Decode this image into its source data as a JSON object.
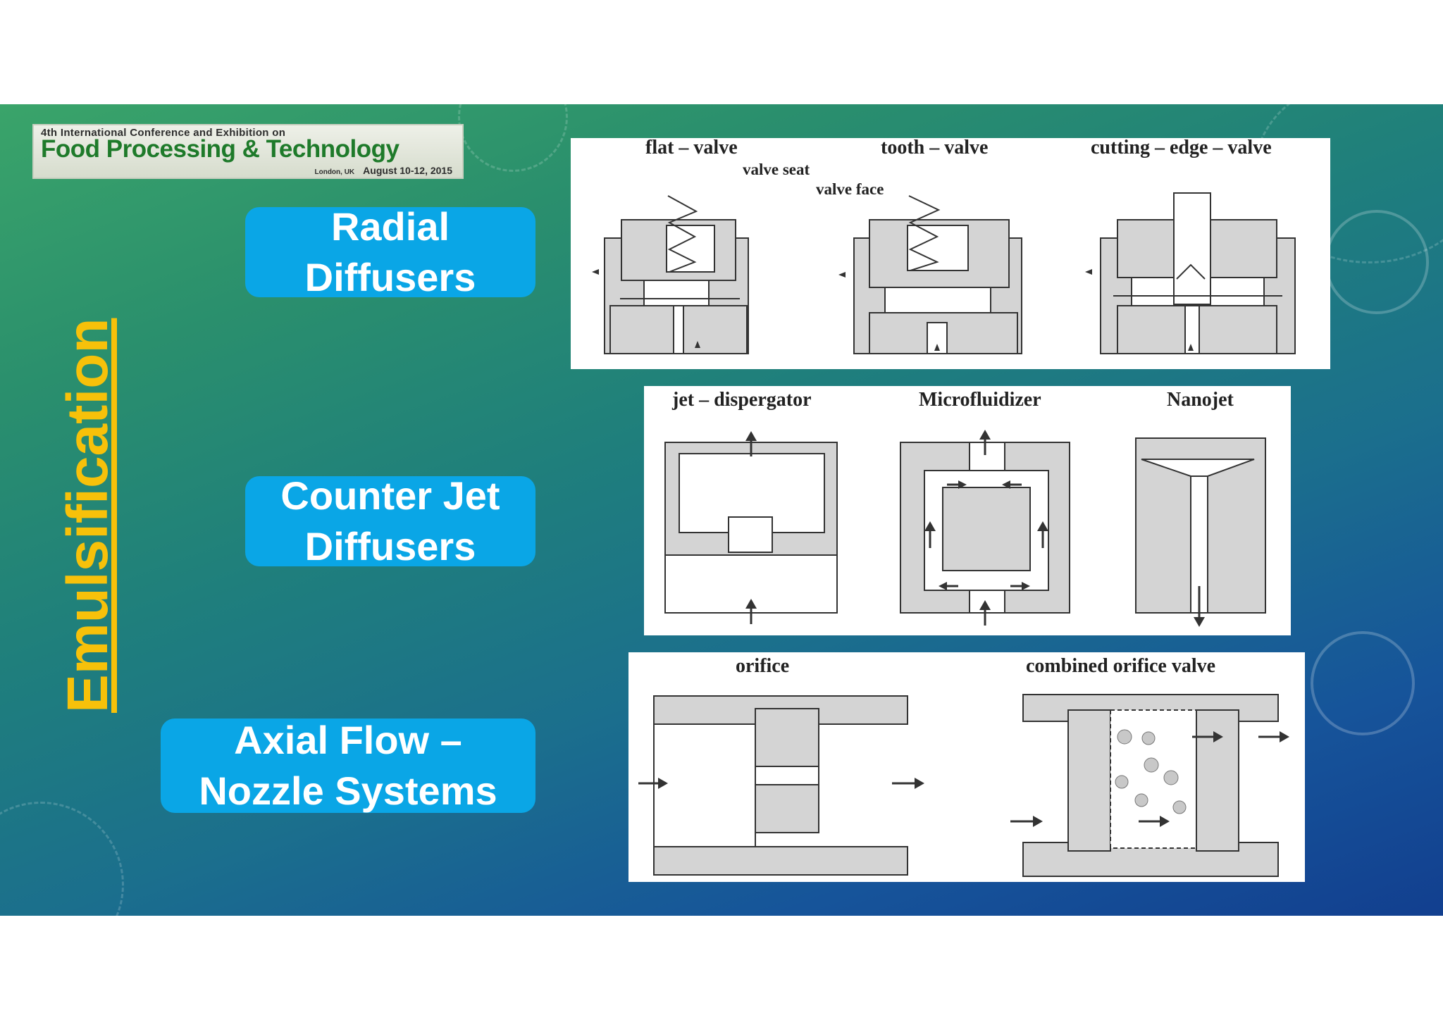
{
  "title": "Emulsification",
  "logo": {
    "line1": "4th International Conference and Exhibition on",
    "line2": "Food Processing & Technology",
    "location": "London, UK",
    "dates": "August 10-12, 2015"
  },
  "categories": {
    "radial": {
      "line1": "Radial",
      "line2": "Diffusers"
    },
    "counter": {
      "line1": "Counter Jet",
      "line2": "Diffusers"
    },
    "axial": {
      "line1": "Axial Flow –",
      "line2": "Nozzle Systems"
    }
  },
  "panel_radial": {
    "flat_valve": "flat – valve",
    "tooth_valve": "tooth – valve",
    "cutting_edge_valve": "cutting – edge – valve",
    "valve_seat": "valve seat",
    "valve_face": "valve face"
  },
  "panel_jet": {
    "jet_dispergator": "jet – dispergator",
    "microfluidizer": "Microfluidizer",
    "nanojet": "Nanojet"
  },
  "panel_axial": {
    "orifice": "orifice",
    "combined": "combined orifice valve"
  },
  "colors": {
    "accent_pill": "#0aa6e6",
    "title": "#f7c10a",
    "logo_text": "#1e7a2a"
  }
}
